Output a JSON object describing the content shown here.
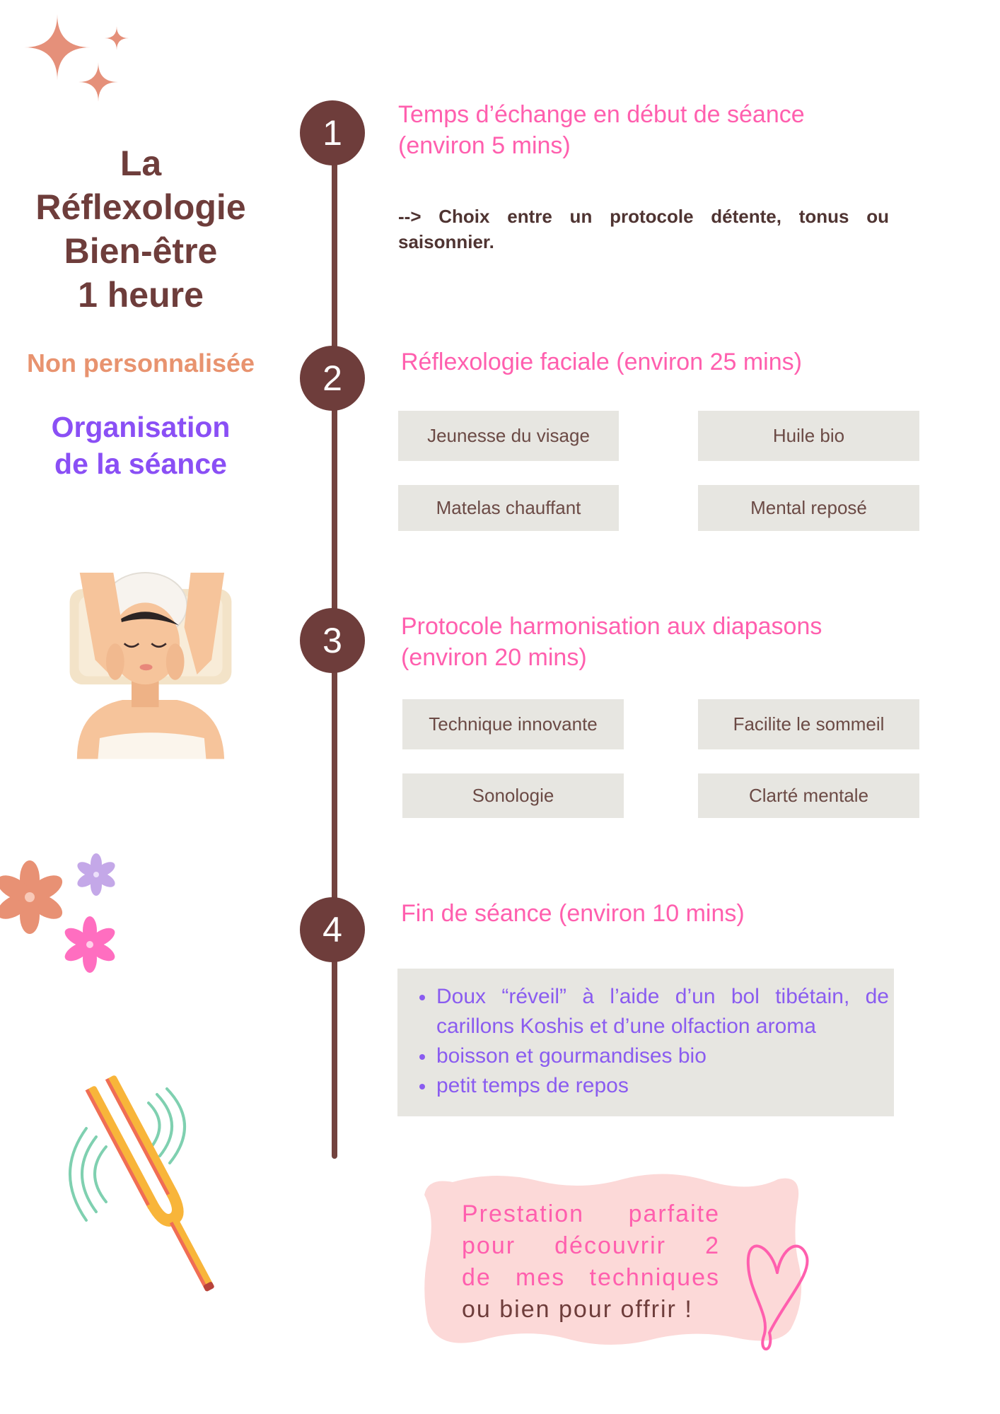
{
  "title": {
    "lines": [
      "La",
      "Réflexologie",
      "Bien-être",
      "1 heure"
    ]
  },
  "subtitle": "Non personnalisée",
  "organisation": {
    "lines": [
      "Organisation",
      "de la séance"
    ]
  },
  "steps": [
    {
      "number": "1",
      "heading": [
        "Temps d’échange en début de séance",
        "(environ 5 mins)"
      ],
      "text": "--> Choix entre un protocole détente, tonus ou saisonnier."
    },
    {
      "number": "2",
      "heading": [
        "Réflexologie faciale (environ 25 mins)"
      ],
      "tags": [
        "Jeunesse du visage",
        "Huile bio",
        "Matelas chauffant",
        "Mental reposé"
      ]
    },
    {
      "number": "3",
      "heading": [
        "Protocole harmonisation aux diapasons",
        "(environ 20 mins)"
      ],
      "tags": [
        "Technique innovante",
        "Facilite le sommeil",
        "Sonologie",
        "Clarté mentale"
      ]
    },
    {
      "number": "4",
      "heading": [
        "Fin de séance (environ 10 mins)"
      ],
      "bullets": [
        "Doux “réveil” à l’aide d’un bol tibétain, de carillons Koshis et d’une olfaction aroma",
        "boisson et gourmandises bio",
        "petit temps de repos"
      ]
    }
  ],
  "promo": {
    "lines": [
      "Prestation parfaite",
      "pour découvrir 2",
      "de mes techniques",
      "ou bien pour offrir !"
    ]
  },
  "icons": [
    "sparkle-icon",
    "massage-woman-illustration",
    "flower-icon",
    "tuning-fork-icon",
    "sound-wave-icon",
    "heart-icon"
  ],
  "colors": {
    "title_brown": "#6e3d3b",
    "subtitle_salmon": "#e8936f",
    "organisation_purple": "#8a4ff5",
    "heading_pink": "#ff5fae",
    "tag_background": "#e7e6e1",
    "bullet_purple": "#8a5cf0",
    "promo_background": "#fcd9d8"
  }
}
